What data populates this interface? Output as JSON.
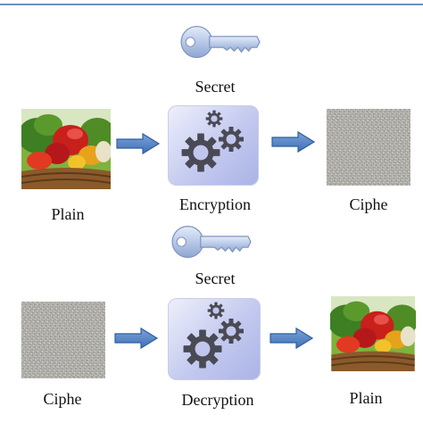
{
  "diagram": {
    "top": {
      "key_label": "Secret",
      "input_label": "Plain",
      "process_label": "Encryption",
      "output_label": "Ciphe"
    },
    "bottom": {
      "key_label": "Secret",
      "input_label": "Ciphe",
      "process_label": "Decryption",
      "output_label": "Plain"
    }
  },
  "colors": {
    "arrow_fill": "#4f81c4",
    "arrow_stroke": "#2f5f9e",
    "gear": "#4a4a55",
    "key": "#b8c9e8",
    "divider": "#6d8fbf"
  }
}
